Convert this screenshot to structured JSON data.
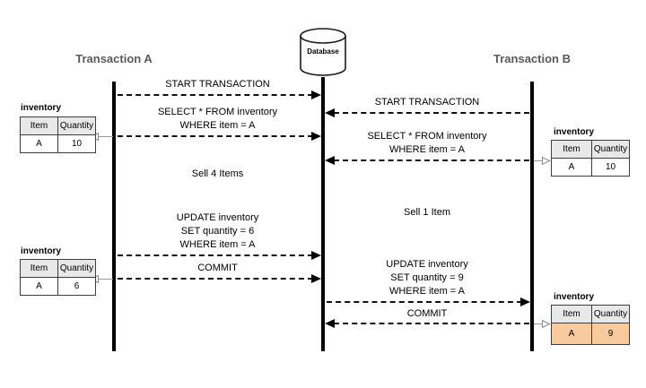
{
  "titles": {
    "transaction_a": "Transaction A",
    "transaction_b": "Transaction B"
  },
  "database": {
    "label": "Database"
  },
  "messages_a": {
    "start_transaction": "START TRANSACTION",
    "select_line1": "SELECT * FROM inventory",
    "select_line2": "WHERE item = A",
    "note": "Sell 4 Items",
    "update_line1": "UPDATE inventory",
    "update_line2": "SET quantity = 6",
    "update_line3": "WHERE item = A",
    "commit": "COMMIT"
  },
  "messages_b": {
    "start_transaction": "START TRANSACTION",
    "select_line1": "SELECT * FROM inventory",
    "select_line2": "WHERE item = A",
    "note": "Sell 1 Item",
    "update_line1": "UPDATE inventory",
    "update_line2": "SET quantity = 9",
    "update_line3": "WHERE item = A",
    "commit": "COMMIT"
  },
  "tables": {
    "title": "inventory",
    "headers": [
      "Item",
      "Quantity"
    ],
    "a_after_select": {
      "item": "A",
      "quantity": "10"
    },
    "a_after_commit": {
      "item": "A",
      "quantity": "6"
    },
    "b_after_select": {
      "item": "A",
      "quantity": "10"
    },
    "b_after_commit": {
      "item": "A",
      "quantity": "9"
    }
  },
  "colors": {
    "highlight_orange": "#f9cb9c",
    "table_header_gray": "#e8e8e8",
    "title_gray": "#595959"
  }
}
